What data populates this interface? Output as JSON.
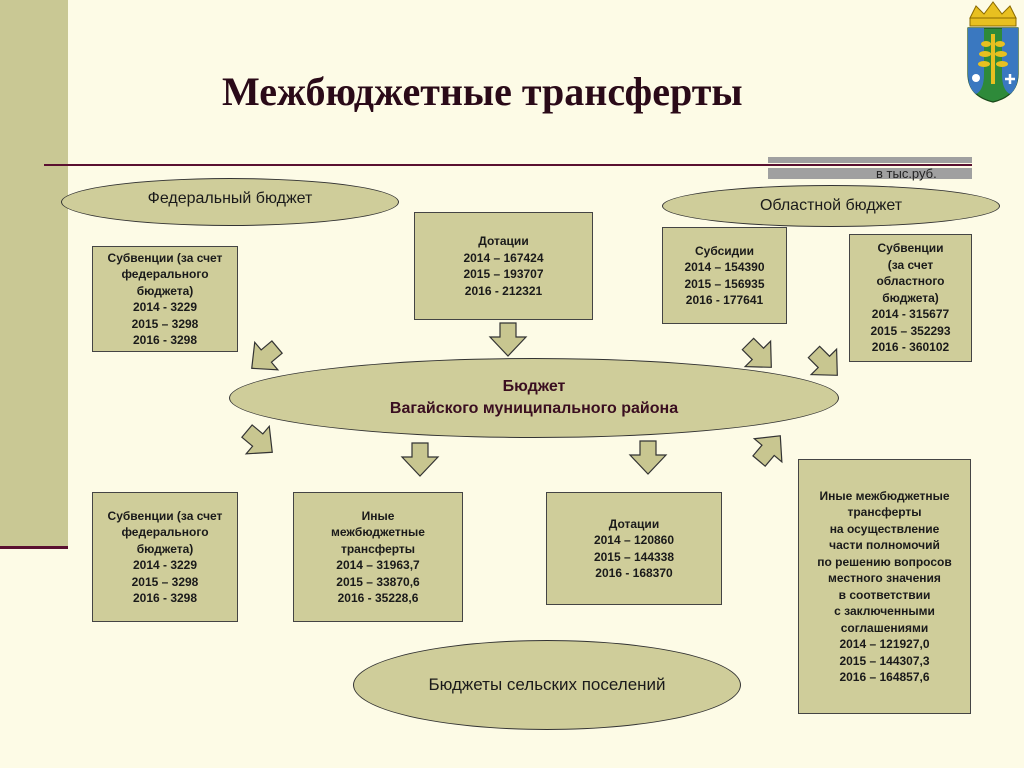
{
  "title": "Межбюджетные трансферты",
  "units": "в тыс.руб.",
  "federal_budget": "Федеральный бюджет",
  "regional_budget": "Областной бюджет",
  "central": {
    "line1": "Бюджет",
    "line2": "Вагайского муниципального района"
  },
  "rural_budgets": "Бюджеты сельских поселений",
  "boxes": {
    "fed_subv_top": [
      "Субвенции (за счет",
      "федерального",
      "бюджета)",
      "2014 - 3229",
      "2015 – 3298",
      "2016 - 3298"
    ],
    "dotacii_top": [
      "Дотации",
      "2014 – 167424",
      "2015 – 193707",
      "2016 -  212321"
    ],
    "subsidii": [
      "Субсидии",
      "2014 – 154390",
      "2015 – 156935",
      "2016 - 177641"
    ],
    "obl_subv": [
      "Субвенции",
      "(за счет",
      "областного",
      "бюджета)",
      "2014 -  315677",
      "2015 – 352293",
      "2016 - 360102"
    ],
    "fed_subv_bottom": [
      "Субвенции (за счет",
      "федерального",
      "бюджета)",
      "2014 - 3229",
      "2015 – 3298",
      "2016 - 3298"
    ],
    "inye": [
      "Иные",
      "межбюджетные",
      "трансферты",
      "2014 – 31963,7",
      "2015 – 33870,6",
      "2016 -  35228,6"
    ],
    "dotacii_bottom": [
      "Дотации",
      "2014 – 120860",
      "2015 – 144338",
      "2016 -  168370"
    ],
    "inye_right": [
      "Иные межбюджетные",
      "трансферты",
      "на осуществление",
      "части полномочий",
      "по решению вопросов",
      "местного значения",
      "в соответствии",
      "с заключенными",
      "соглашениями",
      "2014 – 121927,0",
      "2015 – 144307,3",
      "2016 – 164857,6"
    ]
  },
  "colors": {
    "background": "#fdfbe6",
    "shape_fill": "#cfcd9a",
    "accent_line": "#5a1030",
    "side_bar": "#c9c894"
  },
  "icons": [
    "coat-of-arms-icon",
    "arrow-icon"
  ]
}
